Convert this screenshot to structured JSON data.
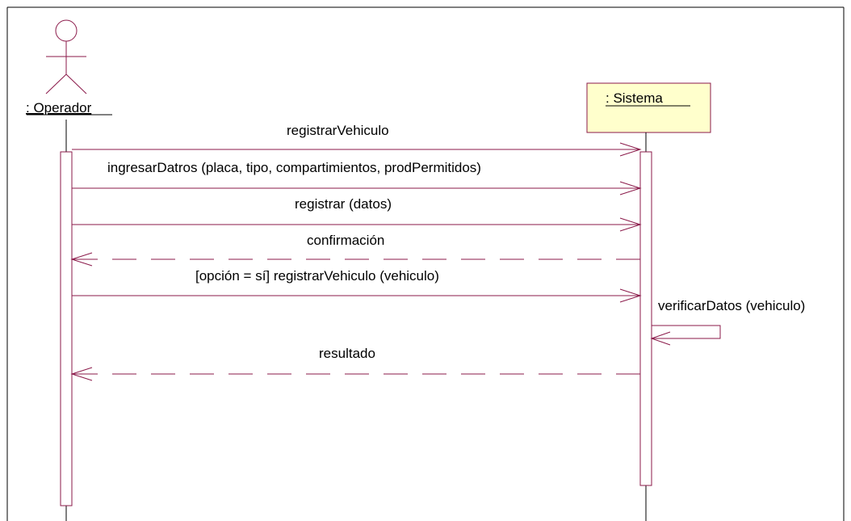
{
  "diagram": {
    "actors": [
      {
        "id": "operador",
        "name": ": Operador",
        "kind": "actor"
      },
      {
        "id": "sistema",
        "name": ": Sistema",
        "kind": "object"
      }
    ],
    "messages": [
      {
        "label": "registrarVehiculo",
        "from": "operador",
        "to": "sistema",
        "kind": "call"
      },
      {
        "label": "ingresarDatros (placa, tipo, compartimientos, prodPermitidos)",
        "from": "operador",
        "to": "sistema",
        "kind": "call"
      },
      {
        "label": "registrar (datos)",
        "from": "operador",
        "to": "sistema",
        "kind": "call"
      },
      {
        "label": "confirmación",
        "from": "sistema",
        "to": "operador",
        "kind": "return"
      },
      {
        "label": "[opción = sí] registrarVehiculo (vehiculo)",
        "from": "operador",
        "to": "sistema",
        "kind": "call"
      },
      {
        "label": "verificarDatos (vehiculo)",
        "from": "sistema",
        "to": "sistema",
        "kind": "self"
      },
      {
        "label": "resultado",
        "from": "sistema",
        "to": "operador",
        "kind": "return"
      }
    ],
    "colors": {
      "message_line": "#8b1a4a",
      "object_fill": "#ffffcc",
      "object_border": "#8b1a4a",
      "activation_border": "#8b1a4a",
      "lifeline": "#000000",
      "frame": "#000000",
      "text": "#000000"
    }
  }
}
